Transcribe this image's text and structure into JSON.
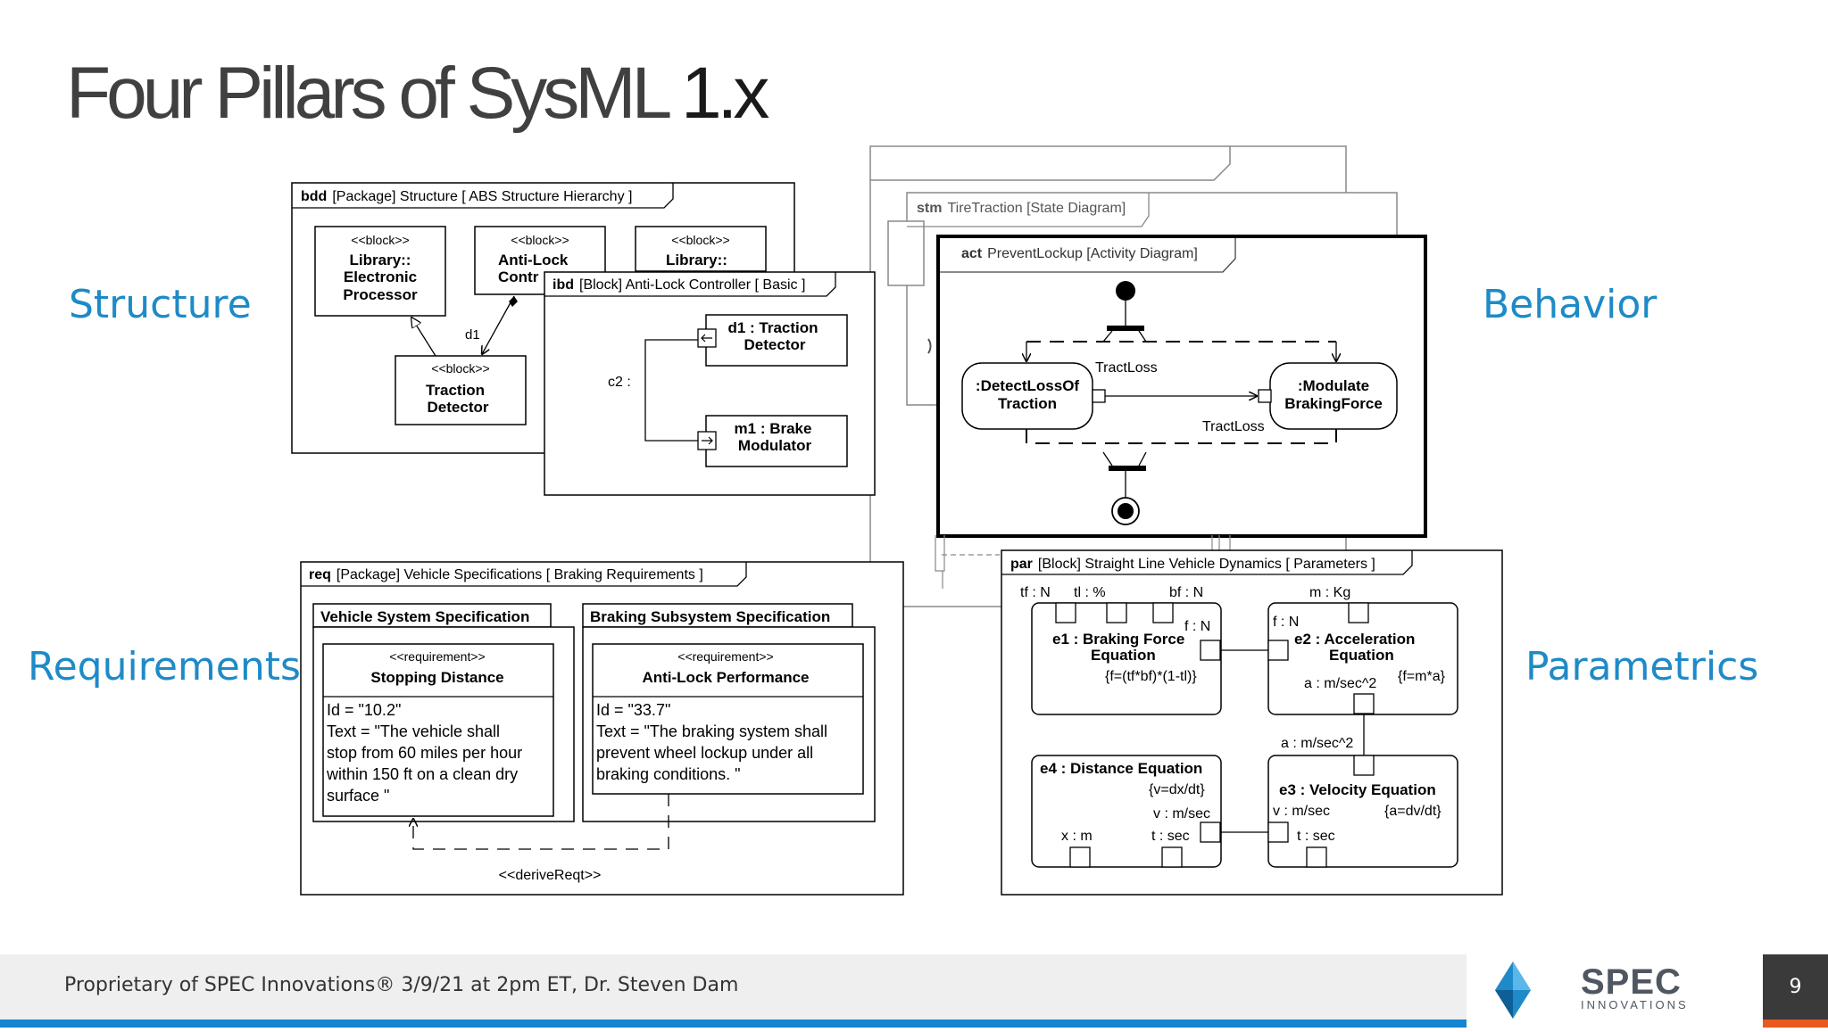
{
  "slide": {
    "title_main": "Four Pillars of SysML ",
    "title_version": "1.x",
    "page_number": "9",
    "footer": "Proprietary of SPEC Innovations® 3/9/21 at 2pm ET, Dr. Steven Dam",
    "logo": {
      "name": "SPEC",
      "sub": "INNOVATIONS"
    }
  },
  "pillars": {
    "structure": "Structure",
    "behavior": "Behavior",
    "requirements": "Requirements",
    "parametrics": "Parametrics"
  },
  "colors": {
    "pillar_blue": "#1e8ac7",
    "title_gray": "#404040",
    "footer_bar": "#efefef",
    "accent_blue": "#1585cf",
    "accent_orange": "#e85a1e"
  },
  "bdd": {
    "kw": "bdd",
    "header": "[Package] Structure [ ABS Structure Hierarchy ]",
    "b1": {
      "st": "<<block>>",
      "l1": "Library::",
      "l2": "Electronic",
      "l3": "Processor"
    },
    "b2": {
      "st": "<<block>>",
      "l1": "Anti-Lock",
      "l2": "Contr"
    },
    "b3": {
      "st": "<<block>>",
      "l1": "Library::"
    },
    "b4": {
      "st": "<<block>>",
      "l1": "Traction",
      "l2": "Detector"
    },
    "d1": "d1"
  },
  "ibd": {
    "kw": "ibd",
    "header": "[Block] Anti-Lock Controller [ Basic ]",
    "c2": "c2 :",
    "p1": {
      "l1": "d1 : Traction",
      "l2": "Detector"
    },
    "p2": {
      "l1": "m1 : Brake",
      "l2": "Modulator"
    }
  },
  "stm": {
    "kw": "stm",
    "header": "TireTraction [State Diagram]"
  },
  "act": {
    "kw": "act",
    "header": "PreventLockup [Activity Diagram]",
    "a1": {
      "l1": ":DetectLossOf",
      "l2": "Traction"
    },
    "a2": {
      "l1": ":Modulate",
      "l2": "BrakingForce"
    },
    "flow1": "TractLoss",
    "flow2": "TractLoss"
  },
  "req": {
    "kw": "req",
    "header": "[Package] Vehicle Specifications [ Braking Requirements ]",
    "pkg1": "Vehicle System Specification",
    "pkg2": "Braking Subsystem Specification",
    "r1": {
      "st": "<<requirement>>",
      "name": "Stopping Distance",
      "id": "Id = \"10.2\"",
      "t1": "Text = \"The vehicle shall",
      "t2": "stop from 60 miles per hour",
      "t3": "within 150 ft on a clean dry",
      "t4": "surface \""
    },
    "r2": {
      "st": "<<requirement>>",
      "name": "Anti-Lock Performance",
      "id": "Id = \"33.7\"",
      "t1": "Text = \"The braking system shall",
      "t2": "prevent wheel lockup under all",
      "t3": "braking conditions. \""
    },
    "derive": "<<deriveReqt>>"
  },
  "par": {
    "kw": "par",
    "header": "[Block] Straight Line Vehicle Dynamics [ Parameters ]",
    "top1": "tf : N",
    "top2": "tl : %",
    "top3": "bf : N",
    "top4": "m : Kg",
    "e1": {
      "l1": "e1 : Braking Force",
      "l2": "Equation",
      "f": "{f=(tf*bf)*(1-tl)}",
      "p": "f : N"
    },
    "e2": {
      "l1": "e2 : Acceleration",
      "l2": "Equation",
      "f": "{f=m*a}",
      "p1": "f : N",
      "p2": "a : m/sec^2"
    },
    "link": "a : m/sec^2",
    "e3": {
      "l1": "e3 : Velocity Equation",
      "f": "{a=dv/dt}",
      "p1": "v : m/sec",
      "p2": "t : sec"
    },
    "e4": {
      "l1": "e4 : Distance Equation",
      "f": "{v=dx/dt}",
      "p1": "v : m/sec",
      "p2": "x : m",
      "p3": "t : sec"
    }
  }
}
